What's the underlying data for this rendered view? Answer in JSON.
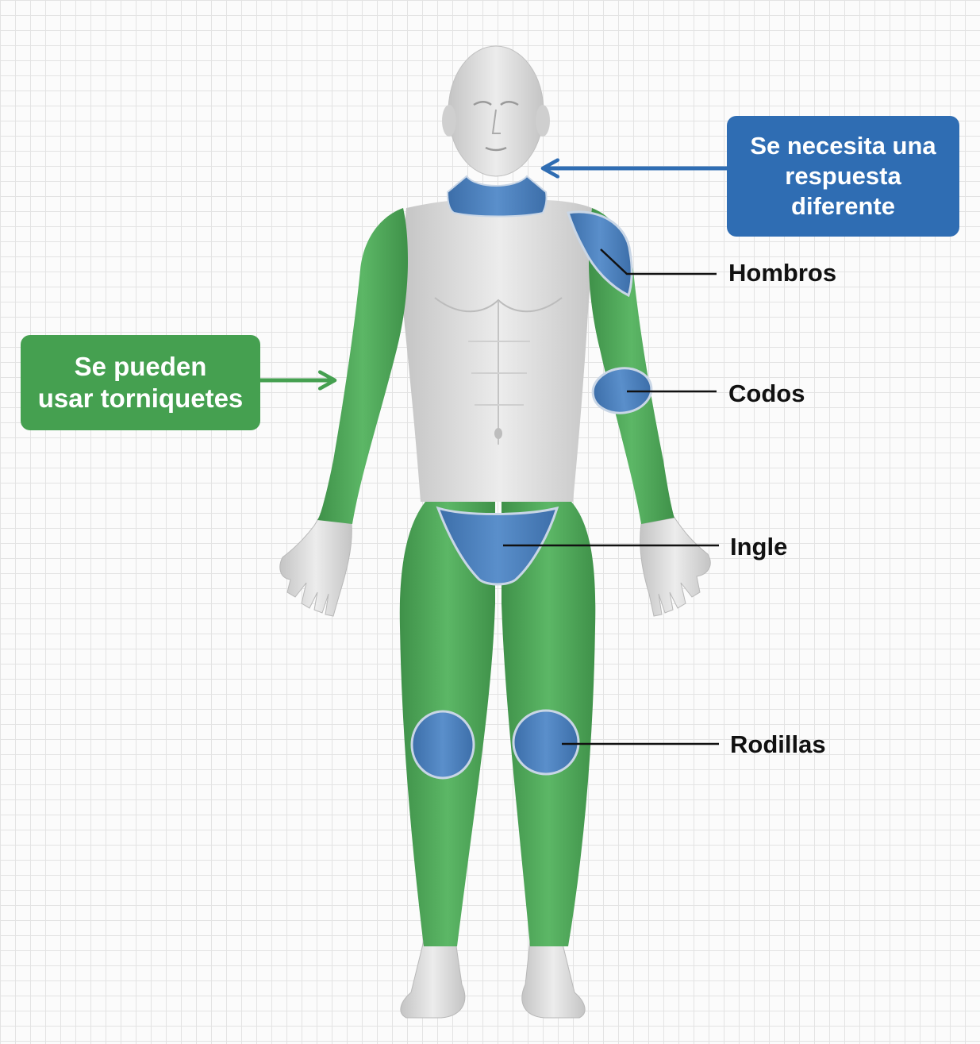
{
  "colors": {
    "tourniquet_zone": "#4ba456",
    "junctional_zone": "#4b80be",
    "skin": "#dcdcdc",
    "leader_line": "#111111",
    "green_callout": "#45a050",
    "blue_callout": "#2f6db3"
  },
  "callouts": {
    "tourniquet": {
      "line1": "Se pueden",
      "line2": "usar torniquetes"
    },
    "junctional": {
      "line1": "Se necesita una",
      "line2": "respuesta",
      "line3": "diferente"
    }
  },
  "labels": {
    "shoulders": "Hombros",
    "elbows": "Codos",
    "groin": "Ingle",
    "knees": "Rodillas"
  }
}
